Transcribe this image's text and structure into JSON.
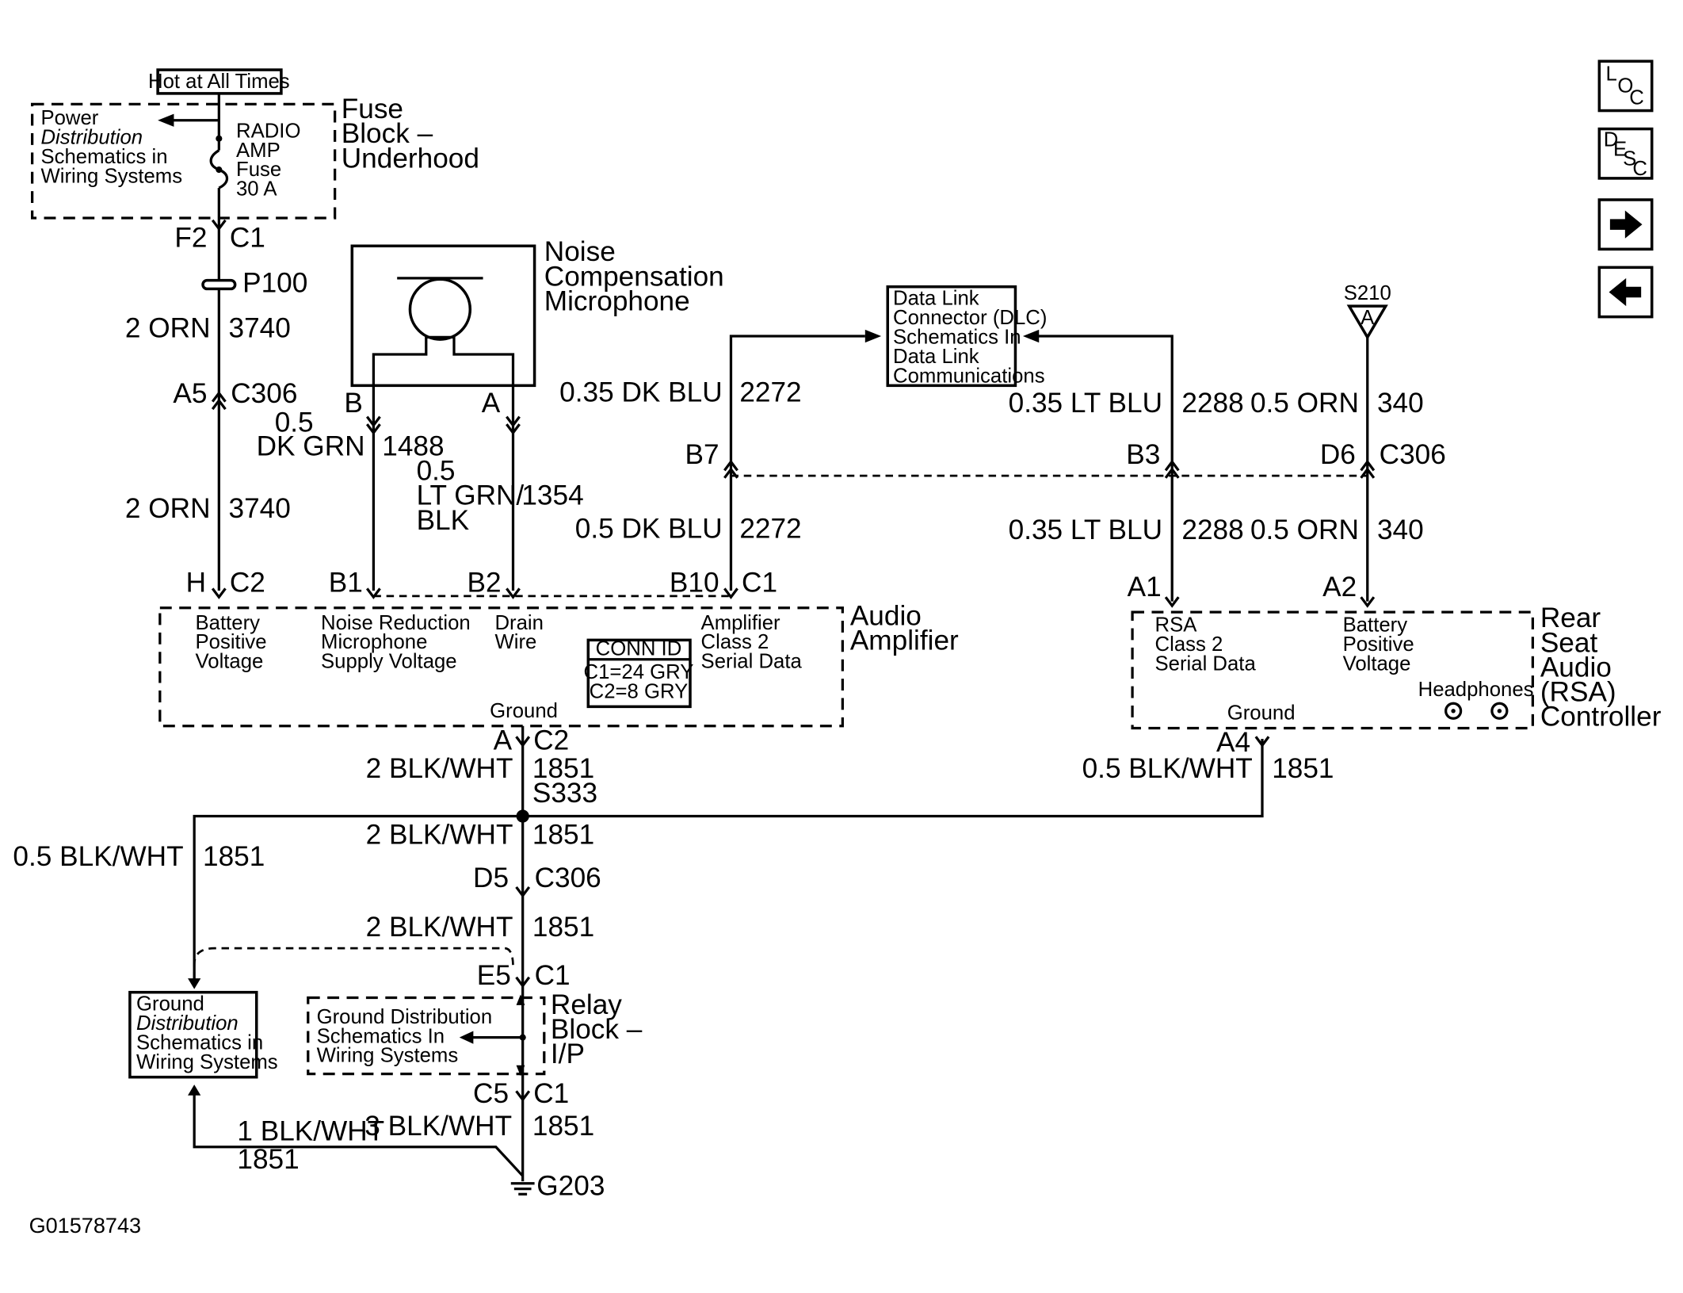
{
  "fuse_block": {
    "hot_label": "Hot at All Times",
    "power_ref": [
      "Power",
      "Distribution",
      "Schematics in",
      "Wiring Systems"
    ],
    "fuse": [
      "RADIO",
      "AMP",
      "Fuse",
      "30 A"
    ],
    "title": [
      "Fuse",
      "Block –",
      "Underhood"
    ]
  },
  "microphone": {
    "title": [
      "Noise",
      "Compensation",
      "Microphone"
    ],
    "pin_b": "B",
    "pin_a": "A"
  },
  "dlc": {
    "text": [
      "Data Link",
      "Connector (DLC)",
      "Schematics In",
      "Data Link",
      "Communications"
    ]
  },
  "splice_s210": {
    "name": "S210",
    "pin": "A"
  },
  "amplifier": {
    "title": [
      "Audio",
      "Amplifier"
    ],
    "pins": [
      {
        "pin": "H",
        "conn": "C2",
        "label": [
          "Battery",
          "Positive",
          "Voltage"
        ]
      },
      {
        "pin": "B1",
        "conn": "",
        "label": [
          "Noise Reduction",
          "Microphone",
          "Supply Voltage"
        ]
      },
      {
        "pin": "B2",
        "conn": "",
        "label": [
          "Drain",
          "Wire"
        ]
      },
      {
        "pin": "B10",
        "conn": "C1",
        "label": [
          "Amplifier",
          "Class 2",
          "Serial Data"
        ]
      }
    ],
    "conn_id": [
      "CONN ID",
      "C1=24 GRY",
      "C2=8 GRY"
    ],
    "ground": "Ground"
  },
  "rsa": {
    "title": [
      "Rear",
      "Seat",
      "Audio",
      "(RSA)",
      "Controller"
    ],
    "pins": [
      {
        "pin": "A1",
        "label": [
          "RSA",
          "Class 2",
          "Serial Data"
        ]
      },
      {
        "pin": "A2",
        "label": [
          "Battery",
          "Positive",
          "Voltage"
        ]
      }
    ],
    "headphones": "Headphones",
    "ground": "Ground"
  },
  "relay_block": {
    "title": [
      "Relay",
      "Block –",
      "I/P"
    ],
    "ref": [
      "Ground Distribution",
      "Schematics In",
      "Wiring Systems"
    ]
  },
  "ground_dist": {
    "text": [
      "Ground",
      "Distribution",
      "Schematics in",
      "Wiring Systems"
    ]
  },
  "labels": {
    "f2": "F2",
    "c1_top": "C1",
    "p100": "P100",
    "w1_gauge": "2 ORN",
    "w1_circuit": "3740",
    "a5": "A5",
    "c306_a": "C306",
    "w2_gauge": "2 ORN",
    "w2_circuit": "3740",
    "w_dkgrn_gauge": [
      "0.5",
      "DK GRN"
    ],
    "w_dkgrn_circuit": "1488",
    "w_ltgrn_gauge": [
      "0.5",
      "LT GRN/",
      "BLK"
    ],
    "w_ltgrn_circuit": "1354",
    "w_dkblu1_gauge": "0.35 DK BLU",
    "w_dkblu1_circuit": "2272",
    "b7": "B7",
    "w_dkblu2_gauge": "0.5 DK BLU",
    "w_dkblu2_circuit": "2272",
    "w_ltblu1_gauge": "0.35 LT BLU",
    "w_ltblu1_circuit": "2288",
    "b3": "B3",
    "w_ltblu2_gauge": "0.35 LT BLU",
    "w_ltblu2_circuit": "2288",
    "w_orn1_gauge": "0.5 ORN",
    "w_orn1_circuit": "340",
    "d6": "D6",
    "c306_b": "C306",
    "w_orn2_gauge": "0.5 ORN",
    "w_orn2_circuit": "340",
    "amp_gnd_pin": "A",
    "amp_gnd_conn": "C2",
    "w_gnd1_gauge": "2 BLK/WHT",
    "w_gnd1_circuit": "1851",
    "s333": "S333",
    "a4": "A4",
    "w_rsa_gnd_gauge": "0.5 BLK/WHT",
    "w_rsa_gnd_circuit": "1851",
    "w_left_gauge": "0.5 BLK/WHT",
    "w_left_circuit": "1851",
    "w_gnd2_gauge": "2 BLK/WHT",
    "w_gnd2_circuit": "1851",
    "d5": "D5",
    "c306_c": "C306",
    "w_gnd3_gauge": "2 BLK/WHT",
    "w_gnd3_circuit": "1851",
    "e5": "E5",
    "c1_relay": "C1",
    "c5": "C5",
    "c1_relay2": "C1",
    "w_gnd4_gauge": "3 BLK/WHT",
    "w_gnd4_circuit": "1851",
    "w_gnd5_gauge": "1 BLK/WHT",
    "w_gnd5_circuit": "1851",
    "g203": "G203"
  },
  "nav": {
    "loc": [
      "L",
      "O",
      "C"
    ],
    "desc": [
      "D",
      "E",
      "S",
      "C"
    ]
  },
  "figure_id": "G01578743"
}
